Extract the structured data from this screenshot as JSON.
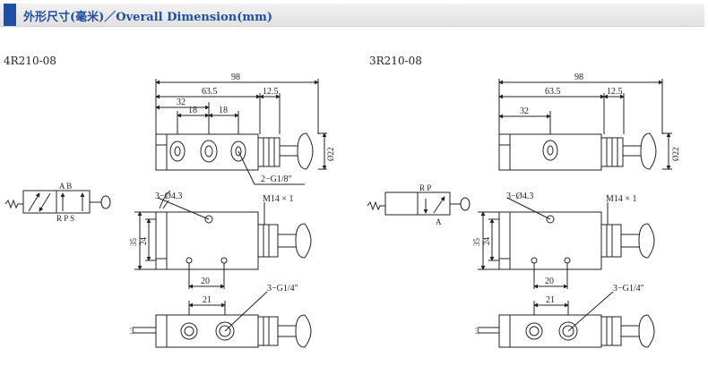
{
  "header": {
    "title": "外形尺寸(毫米)／Overall  Dimension(mm)",
    "accent_color": "#1f4f9e"
  },
  "valve_4r": {
    "model": "4R210-08",
    "symbol_ports_top": "A  B",
    "symbol_ports_bottom": "R P S",
    "dim_total": "98",
    "dim_63": "63.5",
    "dim_125": "12.5",
    "dim_32": "32",
    "dim_18a": "18",
    "dim_18b": "18",
    "dim_dia22": "Ø22",
    "note_port": "2−G1/8″",
    "note_holes": "3−Ø4.3",
    "note_thread": "M14 × 1",
    "dim_35": "35",
    "dim_24": "24",
    "dim_20": "20",
    "dim_21": "21",
    "note_port2": "3−G1/4″",
    "dim_3": "3"
  },
  "valve_3r": {
    "model": "3R210-08",
    "symbol_ports_top": "R   P",
    "symbol_ports_bottom": "A",
    "dim_total": "98",
    "dim_63": "63.5",
    "dim_125": "12.5",
    "dim_32": "32",
    "dim_dia22": "Ø22",
    "note_holes": "3−Ø4.3",
    "note_thread": "M14 × 1",
    "dim_35": "35",
    "dim_24": "24",
    "dim_20": "20",
    "dim_21": "21",
    "note_port2": "3−G1/4″",
    "dim_3": "3"
  }
}
